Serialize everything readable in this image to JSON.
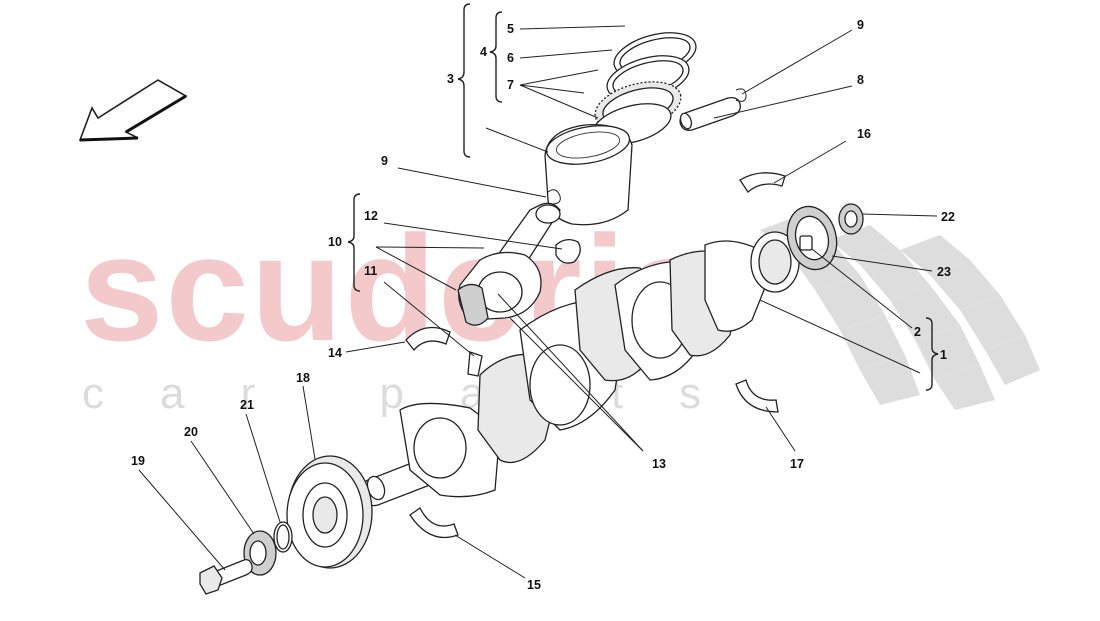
{
  "watermark": {
    "main": "scuderia",
    "sub": "car parts"
  },
  "callouts": [
    "1",
    "2",
    "3",
    "4",
    "5",
    "6",
    "7",
    "8",
    "9",
    "9",
    "10",
    "11",
    "12",
    "13",
    "14",
    "15",
    "16",
    "17",
    "18",
    "19",
    "20",
    "21",
    "22",
    "23"
  ],
  "icons": {
    "direction_arrow": "arrow-down-left-icon"
  }
}
